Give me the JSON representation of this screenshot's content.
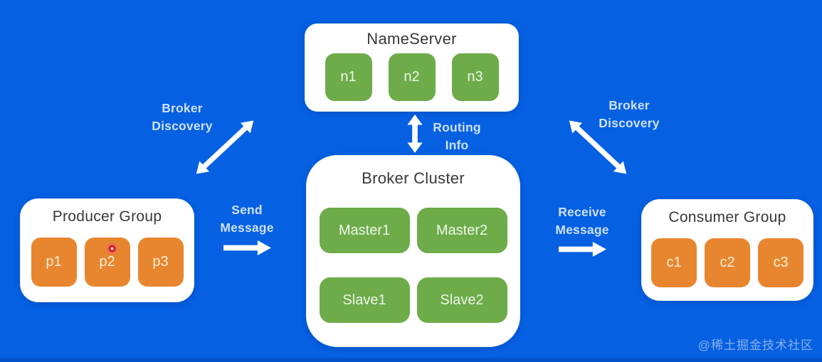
{
  "colors": {
    "background": "#0560e2",
    "node_green": "#6dac49",
    "node_orange": "#e8862f",
    "panel_white": "#ffffff",
    "edge_label_blue": "#cde1fd",
    "cursor_dot_red": "#cf2020"
  },
  "nameserver": {
    "title": "NameServer",
    "nodes": [
      "n1",
      "n2",
      "n3"
    ]
  },
  "broker_cluster": {
    "title": "Broker Cluster",
    "nodes": [
      "Master1",
      "Master2",
      "Slave1",
      "Slave2"
    ]
  },
  "producer_group": {
    "title": "Producer Group",
    "nodes": [
      "p1",
      "p2",
      "p3"
    ]
  },
  "consumer_group": {
    "title": "Consumer Group",
    "nodes": [
      "c1",
      "c2",
      "c3"
    ]
  },
  "edges": {
    "broker_discovery_left": "Broker\nDiscovery",
    "broker_discovery_right": "Broker\nDiscovery",
    "routing_info": "Routing\nInfo",
    "send_message": "Send\nMessage",
    "receive_message": "Receive\nMessage"
  },
  "watermark": "@稀土掘金技术社区"
}
